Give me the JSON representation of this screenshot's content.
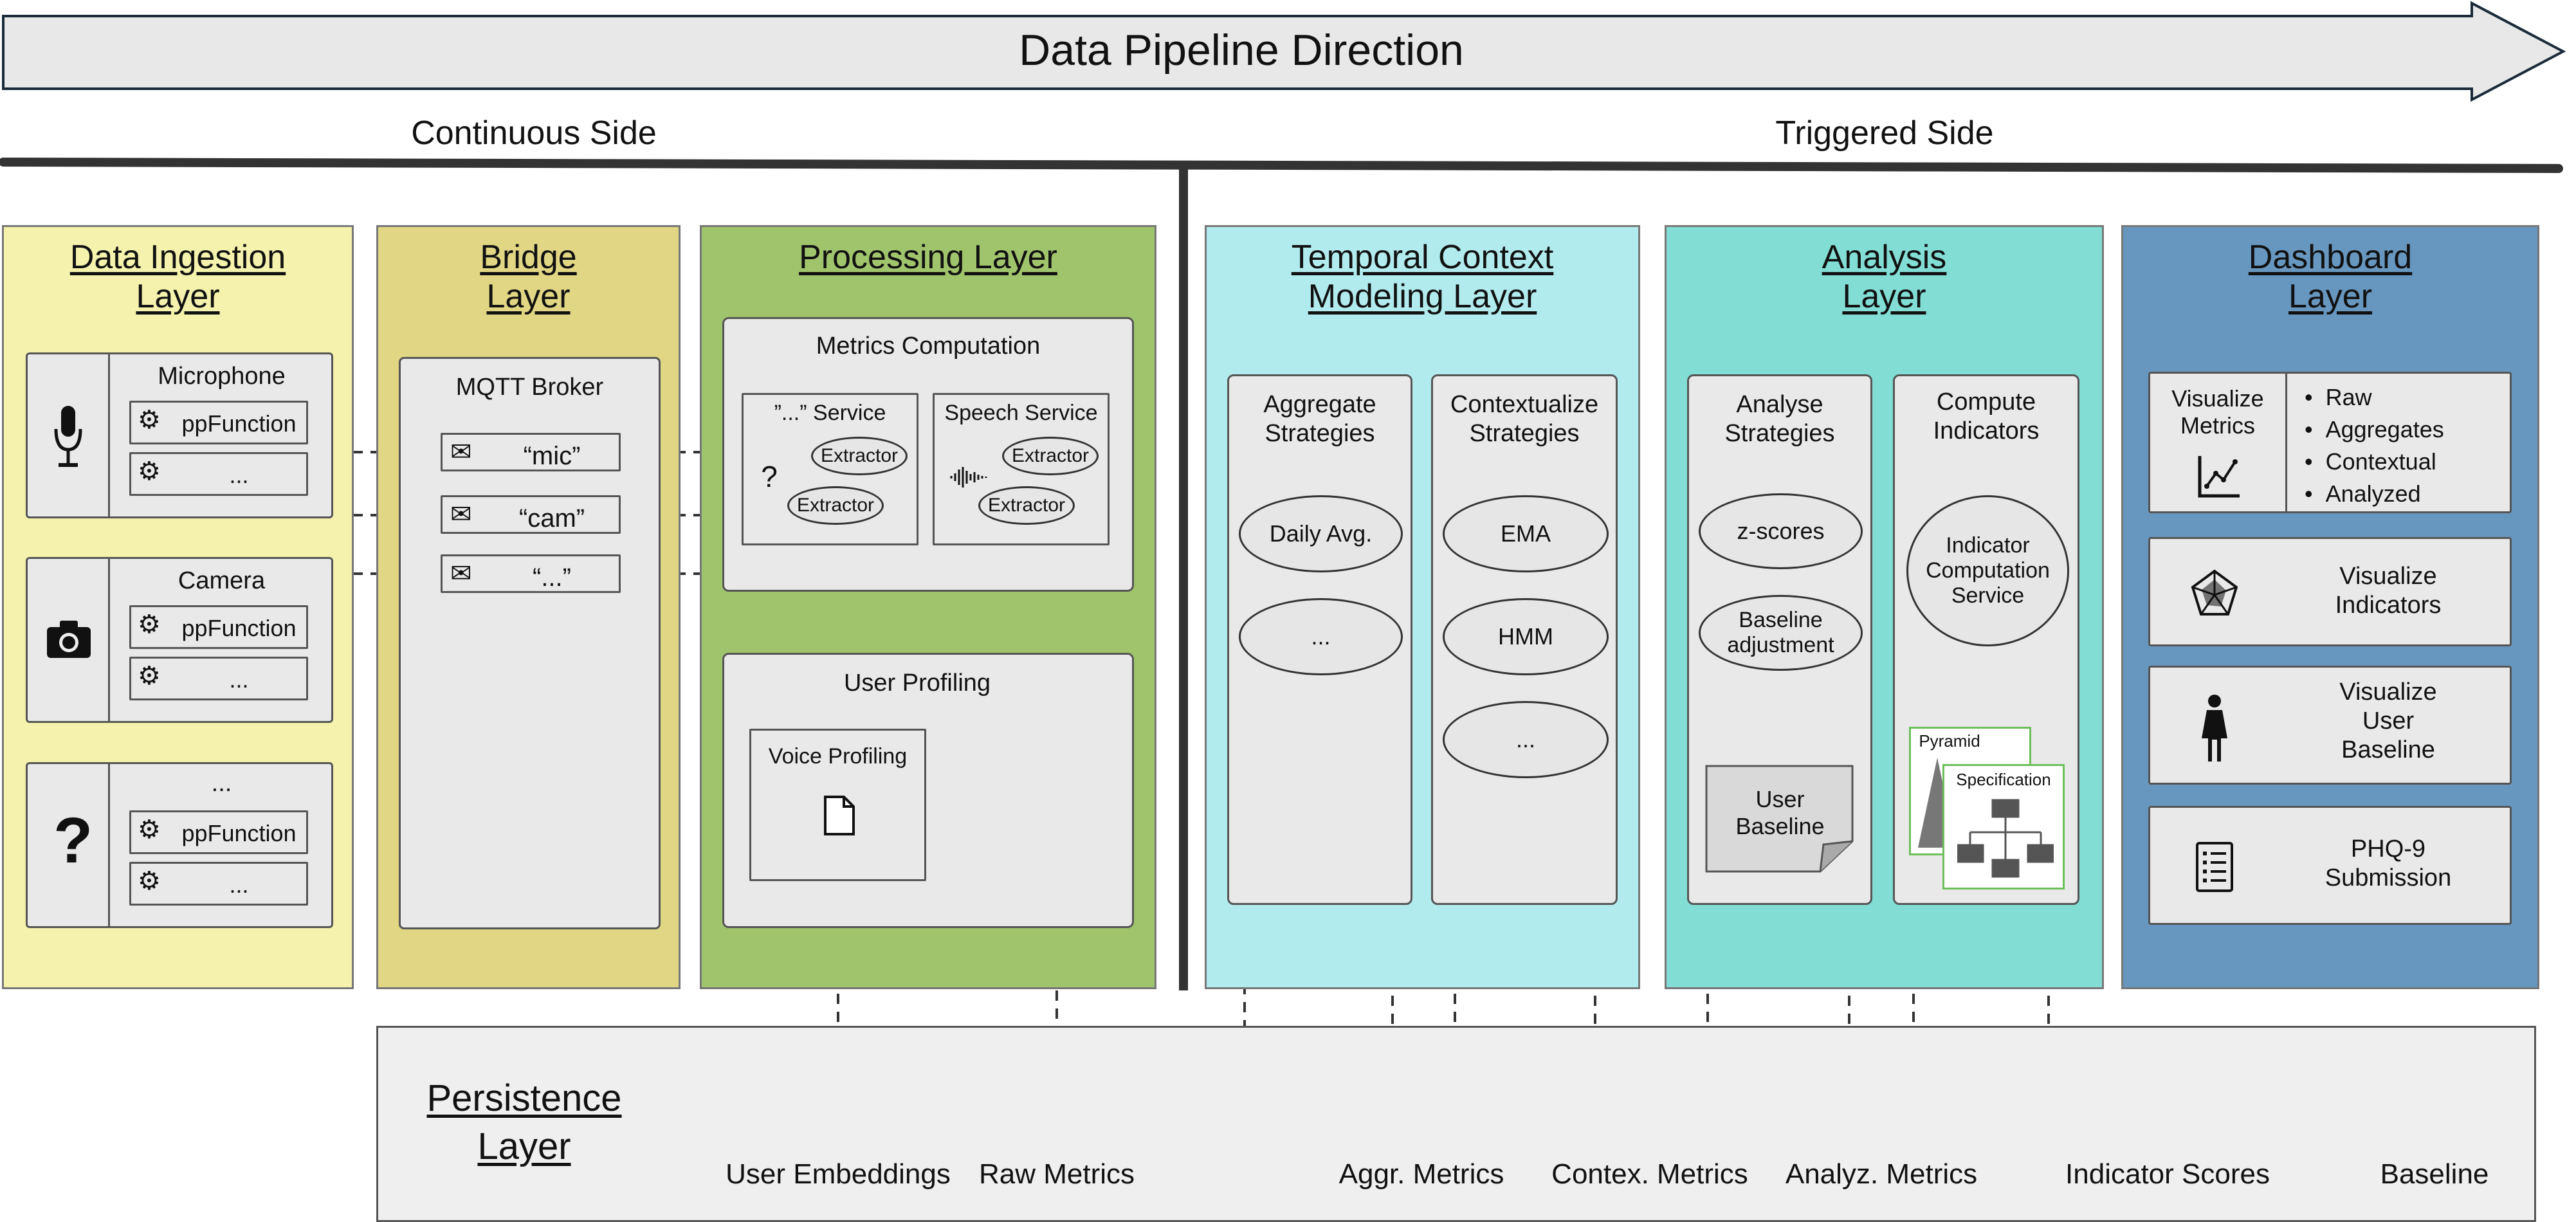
{
  "header": {
    "direction": "Data Pipeline Direction",
    "continuous": "Continuous Side",
    "triggered": "Triggered Side"
  },
  "colors": {
    "ingestion": "#f4f2ac",
    "bridge": "#e1d684",
    "processing": "#a0c46c",
    "temporal": "#b2ebee",
    "analysis": "#82ddd5",
    "dashboard": "#6796bf",
    "persistence": "#efefef",
    "inner": "#e9e9e9",
    "green_accent": "#6cbf5a"
  },
  "ingestion": {
    "title": "Data Ingestion\nLayer",
    "devices": [
      {
        "name": "Microphone",
        "icon": "microphone-icon",
        "fn1": "ppFunction",
        "fn2": "..."
      },
      {
        "name": "Camera",
        "icon": "camera-icon",
        "fn1": "ppFunction",
        "fn2": "..."
      },
      {
        "name": "...",
        "icon": "question-icon",
        "fn1": "ppFunction",
        "fn2": "..."
      }
    ]
  },
  "bridge": {
    "title": "Bridge\nLayer",
    "broker": "MQTT Broker",
    "topics": [
      "“mic”",
      "“cam”",
      "“...”"
    ]
  },
  "processing": {
    "title": "Processing Layer",
    "metrics_title": "Metrics Computation",
    "generic_service": "”...” Service",
    "speech_service": "Speech Service",
    "extractor": "Extractor",
    "question_mark": "?",
    "user_profiling": "User Profiling",
    "voice_profiling": "Voice Profiling"
  },
  "temporal": {
    "title": "Temporal Context\nModeling Layer",
    "aggregate_title": "Aggregate\nStrategies",
    "aggregate_items": [
      "Daily Avg.",
      "..."
    ],
    "contextualize_title": "Contextualize\nStrategies",
    "contextualize_items": [
      "EMA",
      "HMM",
      "..."
    ]
  },
  "analysis": {
    "title": "Analysis\nLayer",
    "analyse_title": "Analyse\nStrategies",
    "zscores": "z-scores",
    "baseline_adj": "Baseline\nadjustment",
    "user_baseline": "User\nBaseline",
    "compute_title": "Compute\nIndicators",
    "indicator_service": "Indicator\nComputation\nService",
    "pyramid": "Pyramid",
    "specification": "Specification"
  },
  "dashboard": {
    "title": "Dashboard\nLayer",
    "visualize_metrics": "Visualize\nMetrics",
    "metric_types": [
      "Raw",
      "Aggregates",
      "Contextual",
      "Analyzed"
    ],
    "visualize_indicators": "Visualize\nIndicators",
    "visualize_baseline": "Visualize\nUser\nBaseline",
    "phq9": "PHQ-9\nSubmission"
  },
  "persistence": {
    "title": "Persistence\nLayer",
    "tables": [
      "User Embeddings",
      "Raw Metrics",
      "Aggr. Metrics",
      "Contex. Metrics",
      "Analyz. Metrics",
      "Indicator Scores",
      "Baseline"
    ]
  }
}
